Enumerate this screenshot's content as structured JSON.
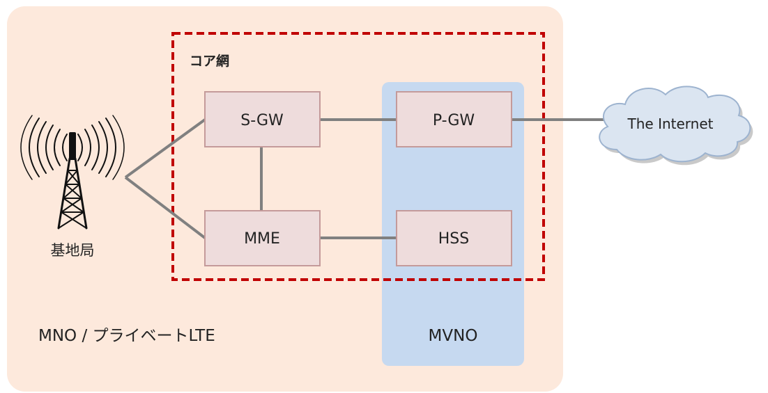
{
  "colors": {
    "mno_region": "#fde9dc",
    "mvno_region": "#c6d9f0",
    "node_fill": "#eedcdc",
    "node_border": "#c49a9a",
    "core_border": "#c00000",
    "link": "#808080",
    "cloud_fill": "#dbe5f1",
    "cloud_border": "#9db3cf"
  },
  "regions": {
    "mno_label": "MNO / プライベートLTE",
    "mvno_label": "MVNO",
    "core_label": "コア網"
  },
  "nodes": {
    "sgw": "S-GW",
    "pgw": "P-GW",
    "mme": "MME",
    "hss": "HSS"
  },
  "base_station": {
    "label": "基地局",
    "icon": "cell-tower-icon"
  },
  "internet": {
    "label": "The Internet",
    "icon": "cloud-icon"
  }
}
